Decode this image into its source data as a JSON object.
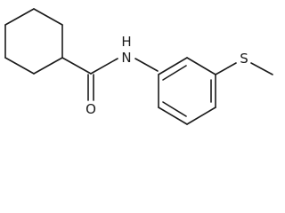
{
  "structure": {
    "atoms": {
      "amide_nitrogen": "N",
      "amide_hydrogen": "H",
      "carbonyl_oxygen": "O",
      "thioether_sulfur": "S"
    }
  }
}
